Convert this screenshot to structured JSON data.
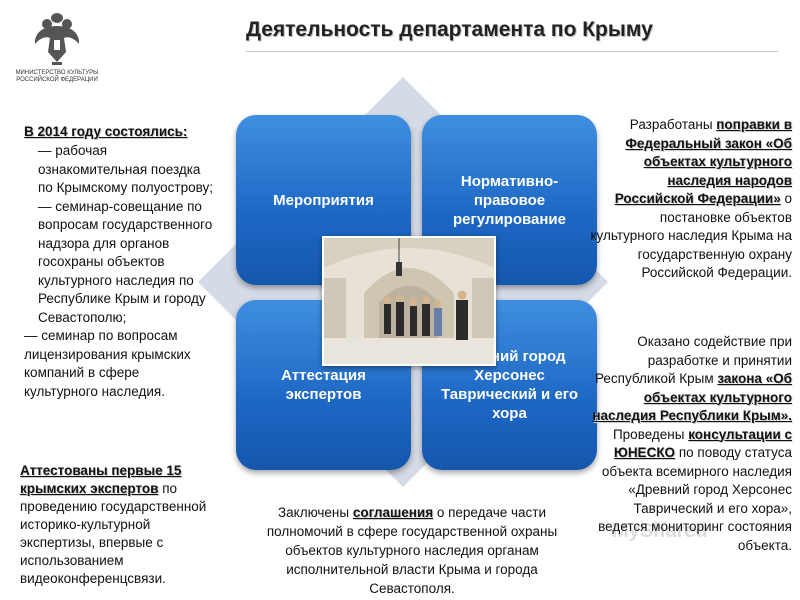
{
  "logo": {
    "caption": "Министерство культуры Российской Федерации"
  },
  "title": "Деятельность департамента по Крыму",
  "tiles": {
    "events": "Мероприятия",
    "regulation": "Нормативно-правовое регулирование",
    "certification": "Аттестация экспертов",
    "chersonesus": "Древний город Херсонес Таврический и его хора"
  },
  "left": {
    "heading": "В 2014 году состоялись:",
    "items": [
      "— рабочая ознакомительная поездка по Крымскому полуострову;",
      "— семинар-совещание по вопросам государственного надзора для органов госохраны объектов культурного наследия по Республике Крым и городу Севастополю;",
      "— семинар по вопросам лицензирования крымских компаний в сфере культурного наследия."
    ],
    "experts_bold": "Аттестованы первые 15 крымских экспертов",
    "experts_rest": "по проведению государственной историко-культурной экспертизы, впервые с использованием видеоконференцсвязи."
  },
  "right": {
    "amend_prefix": "Разработаны ",
    "amend_bold": "поправки в Федеральный закон «Об объектах культурного наследия народов Российской Федерации»",
    "amend_rest": " о постановке объектов культурного наследия Крыма на государственную охрану Российской Федерации.",
    "law_prefix": "Оказано содействие при разработке и принятии Республикой Крым ",
    "law_bold": "закона «Об объектах культурного наследия Республики Крым».",
    "consult_prefix": " Проведены ",
    "consult_bold": "консультации с ЮНЕСКО",
    "consult_rest": " по поводу статуса объекта всемирного наследия «Древний город Херсонес Таврический и его хора», ведется мониторинг состояния объекта."
  },
  "bottom": {
    "prefix": "Заключены ",
    "bold": "соглашения",
    "rest": " о передаче части полномочий в сфере государственной охраны объектов культурного наследия органам исполнительной власти Крыма и города Севастополя."
  },
  "watermark": "MyShared",
  "colors": {
    "tile": "#1d67c4",
    "diamond": "#d4dae6",
    "title_rule": "#c9c9c9"
  }
}
